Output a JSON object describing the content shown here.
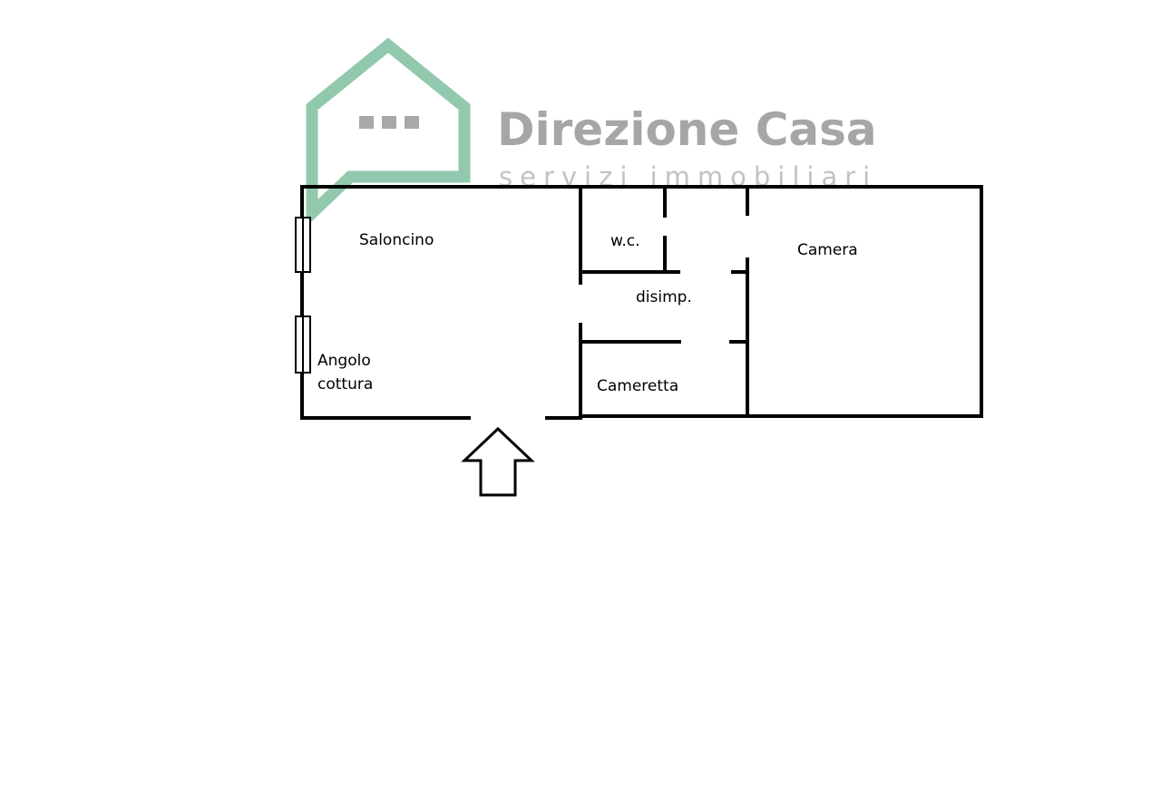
{
  "logo": {
    "brand_name": "Direzione Casa",
    "tagline": "servizi immobiliari",
    "icon": "house-logo-icon",
    "colors": {
      "house": "#8dc5ab",
      "text": "#a6a6a6",
      "tagline": "#c2c2c2"
    }
  },
  "rooms": {
    "saloncino": "Saloncino",
    "angolo_line1": "Angolo",
    "angolo_line2": "cottura",
    "wc": "w.c.",
    "disimpegno": "disimp.",
    "cameretta": "Cameretta",
    "camera": "Camera"
  },
  "entrance": {
    "icon": "entrance-arrow-icon"
  },
  "colors": {
    "walls": "#000000",
    "background": "#ffffff"
  }
}
